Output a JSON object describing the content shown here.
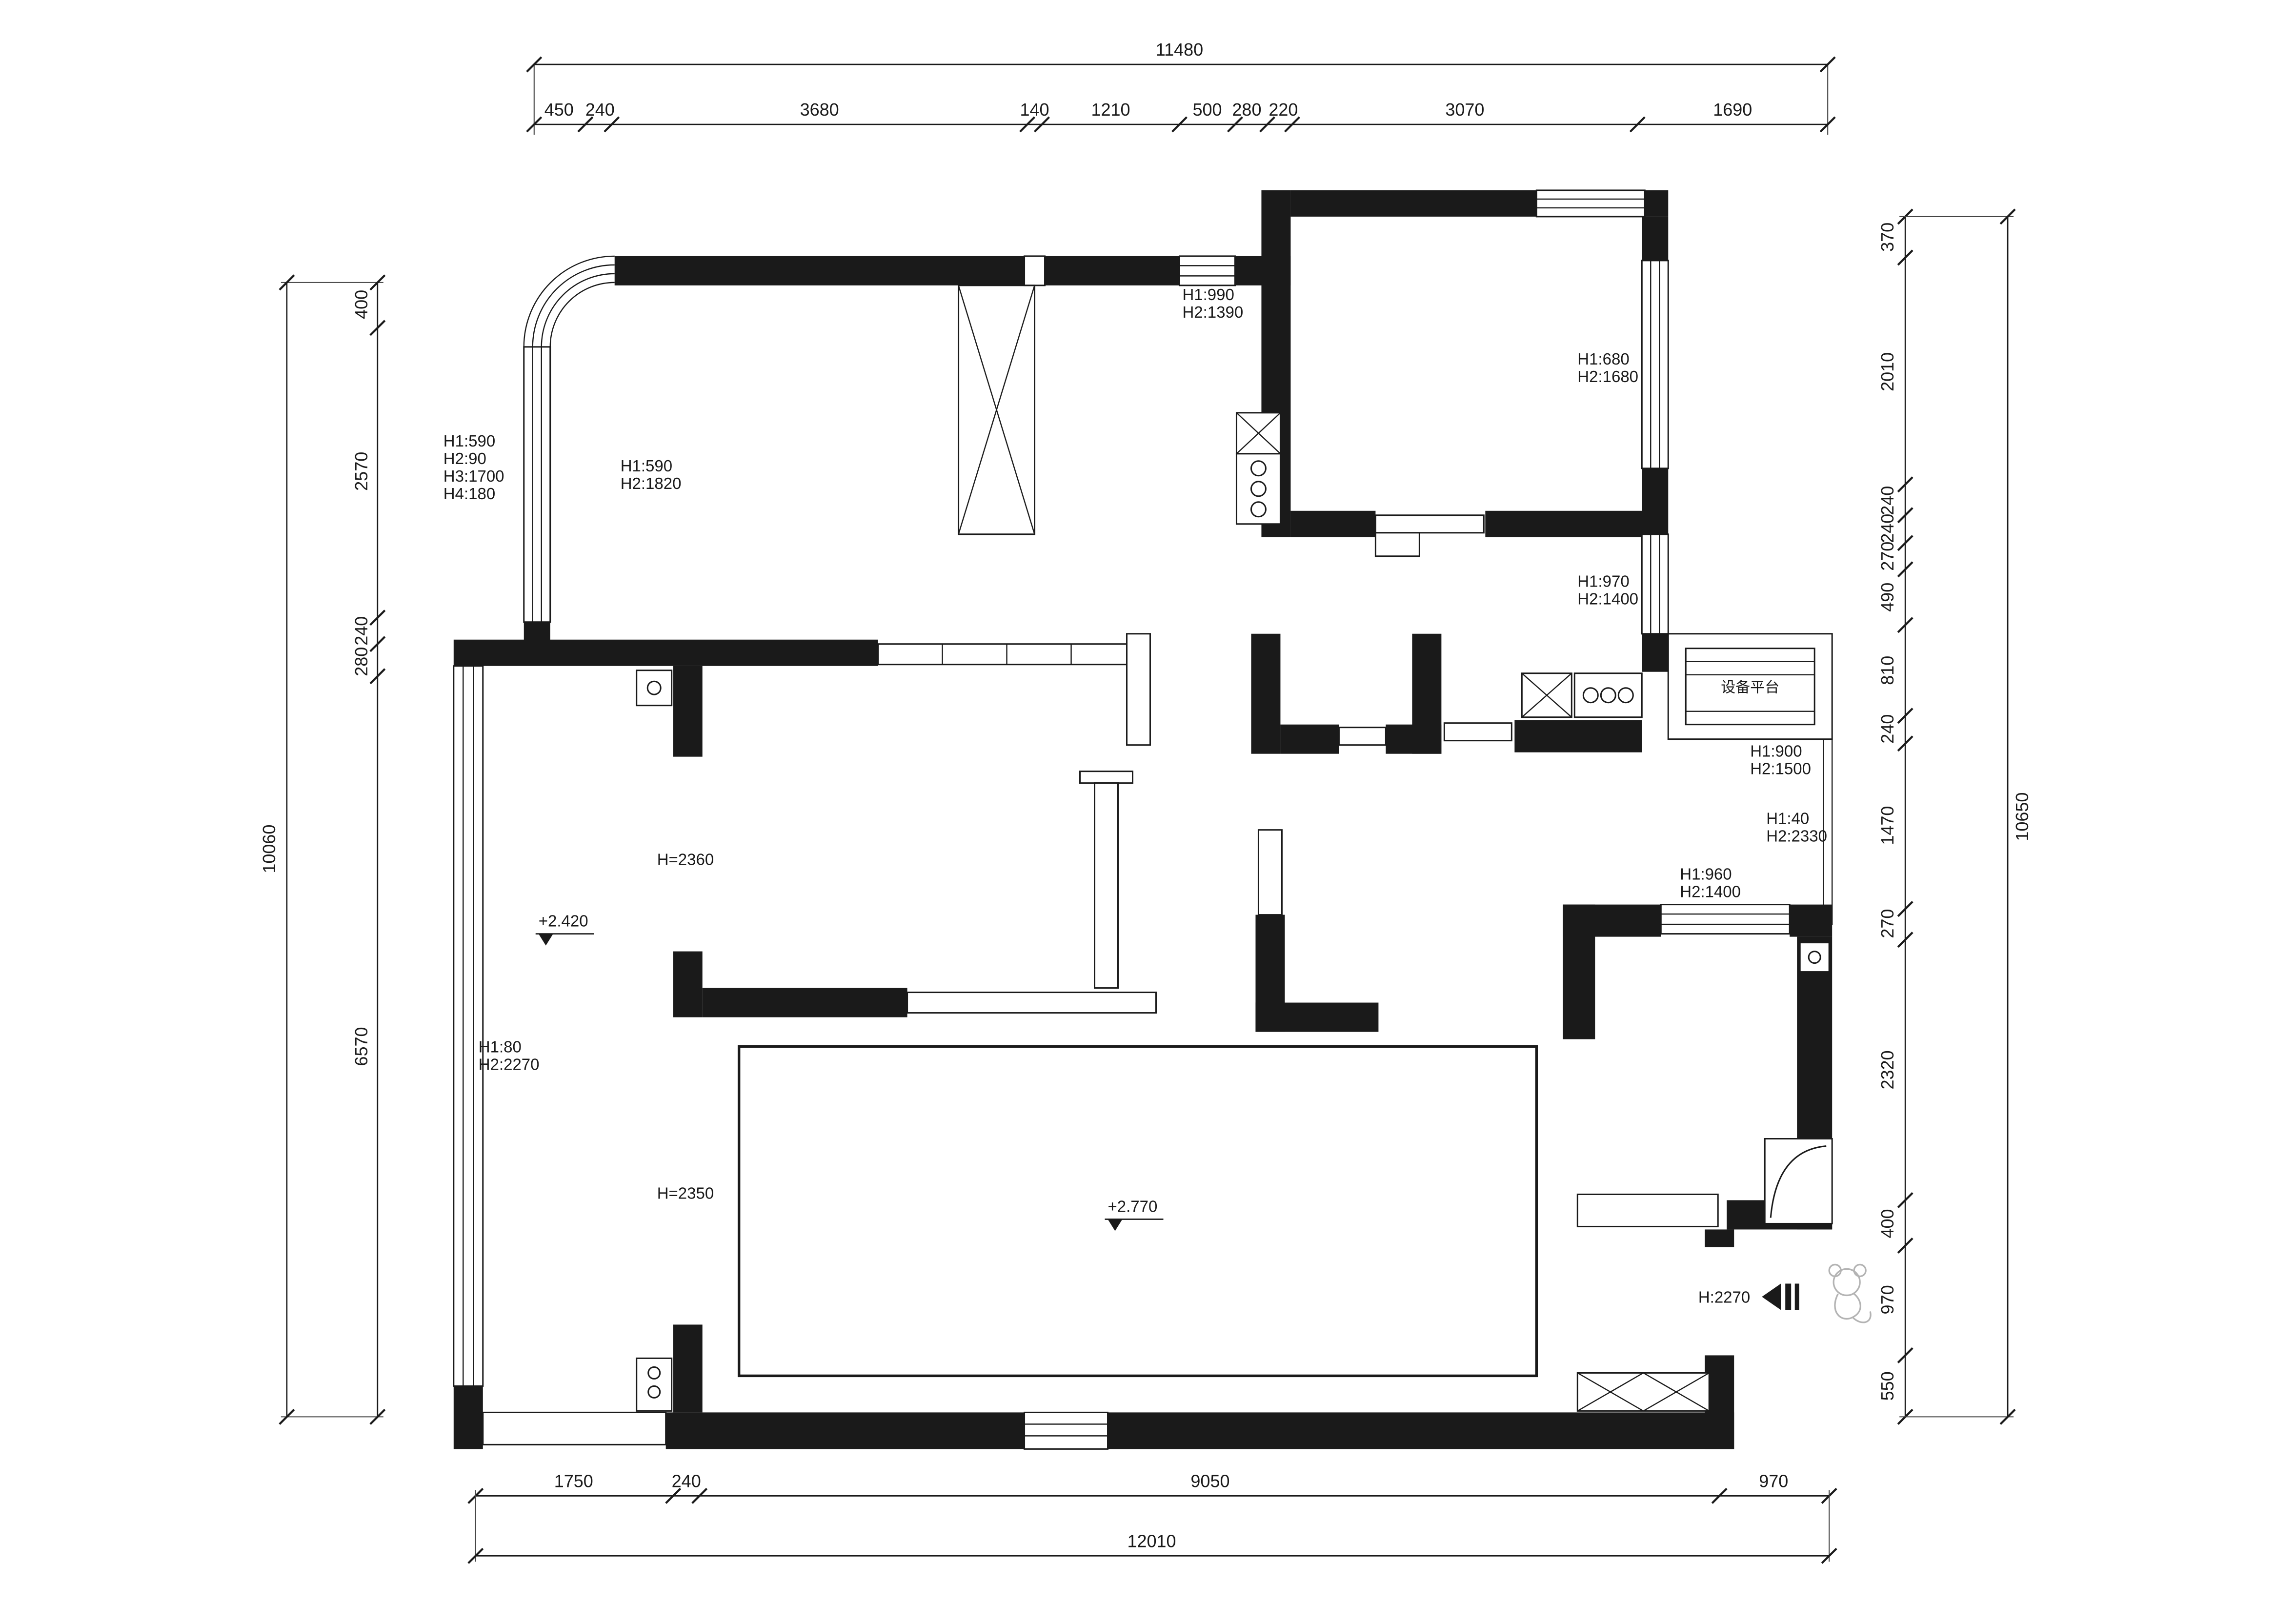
{
  "colors": {
    "ink": "#1a1a1a",
    "paper": "#ffffff",
    "sketch_gray": "#b3b3b3"
  },
  "dims": {
    "top": {
      "overall": "11480",
      "segments": [
        "450",
        "240",
        "3680",
        "140",
        "1210",
        "500",
        "280",
        "220",
        "3070",
        "1690"
      ]
    },
    "left": {
      "overall": "10060",
      "segments": [
        "400",
        "2570",
        "240",
        "280",
        "6570"
      ]
    },
    "right": {
      "overall": "10650",
      "segments": [
        "370",
        "2010",
        "240",
        "240",
        "270",
        "490",
        "810",
        "240",
        "1470",
        "270",
        "2320",
        "400",
        "970",
        "550"
      ]
    },
    "bottom": {
      "overall": "12010",
      "segments": [
        "1750",
        "240",
        "9050",
        "970"
      ]
    }
  },
  "annotations": {
    "window_top": [
      "H1:990",
      "H2:1390"
    ],
    "window_top_right": [
      "H1:680",
      "H2:1680"
    ],
    "bay_window_left": [
      "H1:590",
      "H2:90",
      "H3:1700",
      "H4:180"
    ],
    "window_bedroom_left": [
      "H1:590",
      "H2:1820"
    ],
    "window_kitchen": [
      "H1:970",
      "H2:1400"
    ],
    "equipment_platform": "设备平台",
    "window_platform": [
      "H1:900",
      "H2:1500"
    ],
    "railing_right": [
      "H1:40",
      "H2:2330"
    ],
    "window_bathroom": [
      "H1:960",
      "H2:1400"
    ],
    "ceiling_height_mid": "H=2360",
    "level_balcony": "+2.420",
    "window_balcony": [
      "H1:80",
      "H2:2270"
    ],
    "ceiling_height_living": "H=2350",
    "level_living": "+2.770",
    "entry_height": "H:2270"
  }
}
